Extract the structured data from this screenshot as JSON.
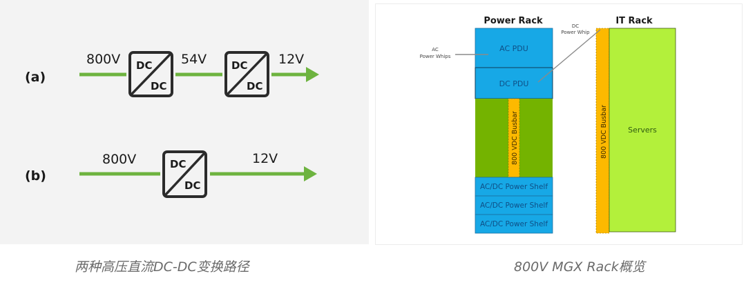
{
  "left_diagram": {
    "colors": {
      "line": "#6db33f",
      "box_stroke": "#2b2b2b",
      "text": "#1a1a1a",
      "background": "#f3f3f3"
    },
    "rows": [
      {
        "label": "(a)",
        "voltages": [
          "800V",
          "54V",
          "12V"
        ],
        "converters": [
          {
            "top": "DC",
            "bottom": "DC"
          },
          {
            "top": "DC",
            "bottom": "DC"
          }
        ]
      },
      {
        "label": "(b)",
        "voltages": [
          "800V",
          "12V"
        ],
        "converters": [
          {
            "top": "DC",
            "bottom": "DC"
          }
        ]
      }
    ]
  },
  "right_diagram": {
    "colors": {
      "blue": "#17a8e6",
      "dark_green": "#74b300",
      "light_green": "#b3f03b",
      "orange": "#fdb900",
      "arrow": "#8a8a8a"
    },
    "power_rack": {
      "title": "Power Rack",
      "ac_pdu": "AC PDU",
      "dc_pdu": "DC PDU",
      "busbar": "800 VDC Busbar",
      "shelves": [
        "AC/DC Power Shelf",
        "AC/DC Power Shelf",
        "AC/DC Power Shelf"
      ]
    },
    "it_rack": {
      "title": "IT Rack",
      "busbar": "800 VDC Busbar",
      "servers": "Servers"
    },
    "annotations": {
      "ac_whips_line1": "AC",
      "ac_whips_line2": "Power Whips",
      "dc_whip_line1": "DC",
      "dc_whip_line2": "Power Whip"
    }
  },
  "captions": {
    "left": "两种高压直流DC-DC变换路径",
    "right": "800V MGX Rack概览"
  }
}
